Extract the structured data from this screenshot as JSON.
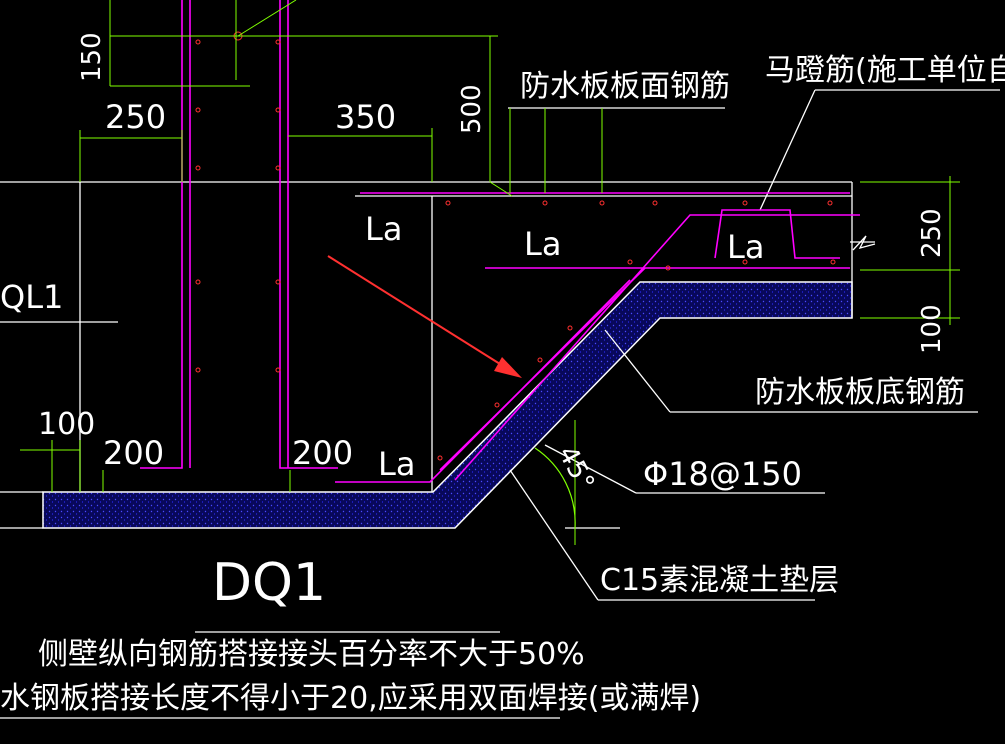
{
  "colors": {
    "background": "#000000",
    "white_line": "#ffffff",
    "rebar": "#ff00ff",
    "dimension": "#7fff00",
    "arrow": "#ff3030",
    "concrete_fill": "#0b0b6e",
    "rebar_dot": "#ff3030"
  },
  "labels": {
    "ql1": "QL1",
    "dq1": "DQ1",
    "la_1": "La",
    "la_2": "La",
    "la_3": "La",
    "la_4": "La",
    "top_rebar": "防水板板面钢筋",
    "chair_rebar": "马蹬筋(施工单位自理)",
    "bottom_rebar": "防水板板底钢筋",
    "rebar_spec": "Φ18@150",
    "cushion": "C15素混凝土垫层",
    "angle": "45°"
  },
  "dimensions": {
    "d150": "150",
    "d250_top": "250",
    "d350": "350",
    "d500": "500",
    "d250_right": "250",
    "d100_right": "100",
    "d100_left": "100",
    "d200_left": "200",
    "d200_right": "200"
  },
  "notes": {
    "line1": "侧壁纵向钢筋搭接接头百分率不大于50%",
    "line2": "水钢板搭接长度不得小于20,应采用双面焊接(或满焊)"
  },
  "icons": {
    "pointer_arrow": "red-arrow-icon"
  }
}
